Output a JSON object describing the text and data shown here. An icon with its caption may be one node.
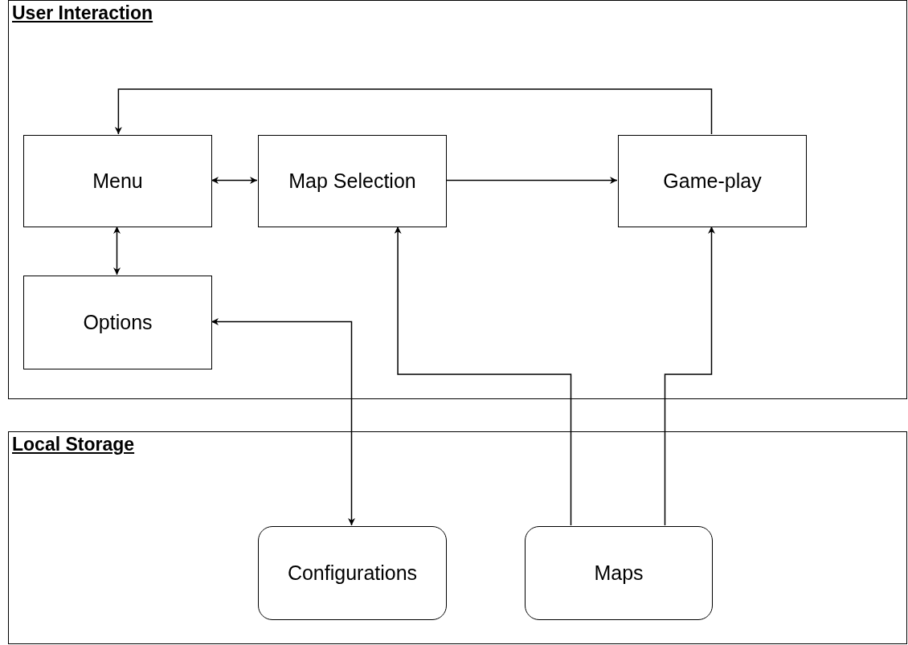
{
  "diagram": {
    "nodes": [
      {
        "text": [
          "User Interaction"
        ]
      },
      {
        "text": [
          "Menu"
        ],
        "in": 0
      },
      {
        "text": [
          "Map Selection"
        ],
        "in": 0
      },
      {
        "text": [
          "Game-play"
        ],
        "in": 0
      },
      {
        "text": [
          "Options"
        ],
        "in": 0
      },
      {
        "text": [
          "Local Storage"
        ]
      },
      {
        "text": [
          "Configurations"
        ],
        "in": 5
      },
      {
        "text": [
          "Maps"
        ],
        "in": 5
      }
    ],
    "edges": [
      {
        "from": 3,
        "to": 1,
        "arrow": "to"
      },
      {
        "from": 1,
        "to": 2,
        "arrow": "both"
      },
      {
        "from": 2,
        "to": 3,
        "arrow": "to"
      },
      {
        "from": 1,
        "to": 4,
        "arrow": "both"
      },
      {
        "from": 4,
        "to": 6,
        "arrow": "both"
      },
      {
        "from": 7,
        "to": 2,
        "arrow": "to"
      },
      {
        "from": 7,
        "to": 3,
        "arrow": "to"
      }
    ]
  }
}
